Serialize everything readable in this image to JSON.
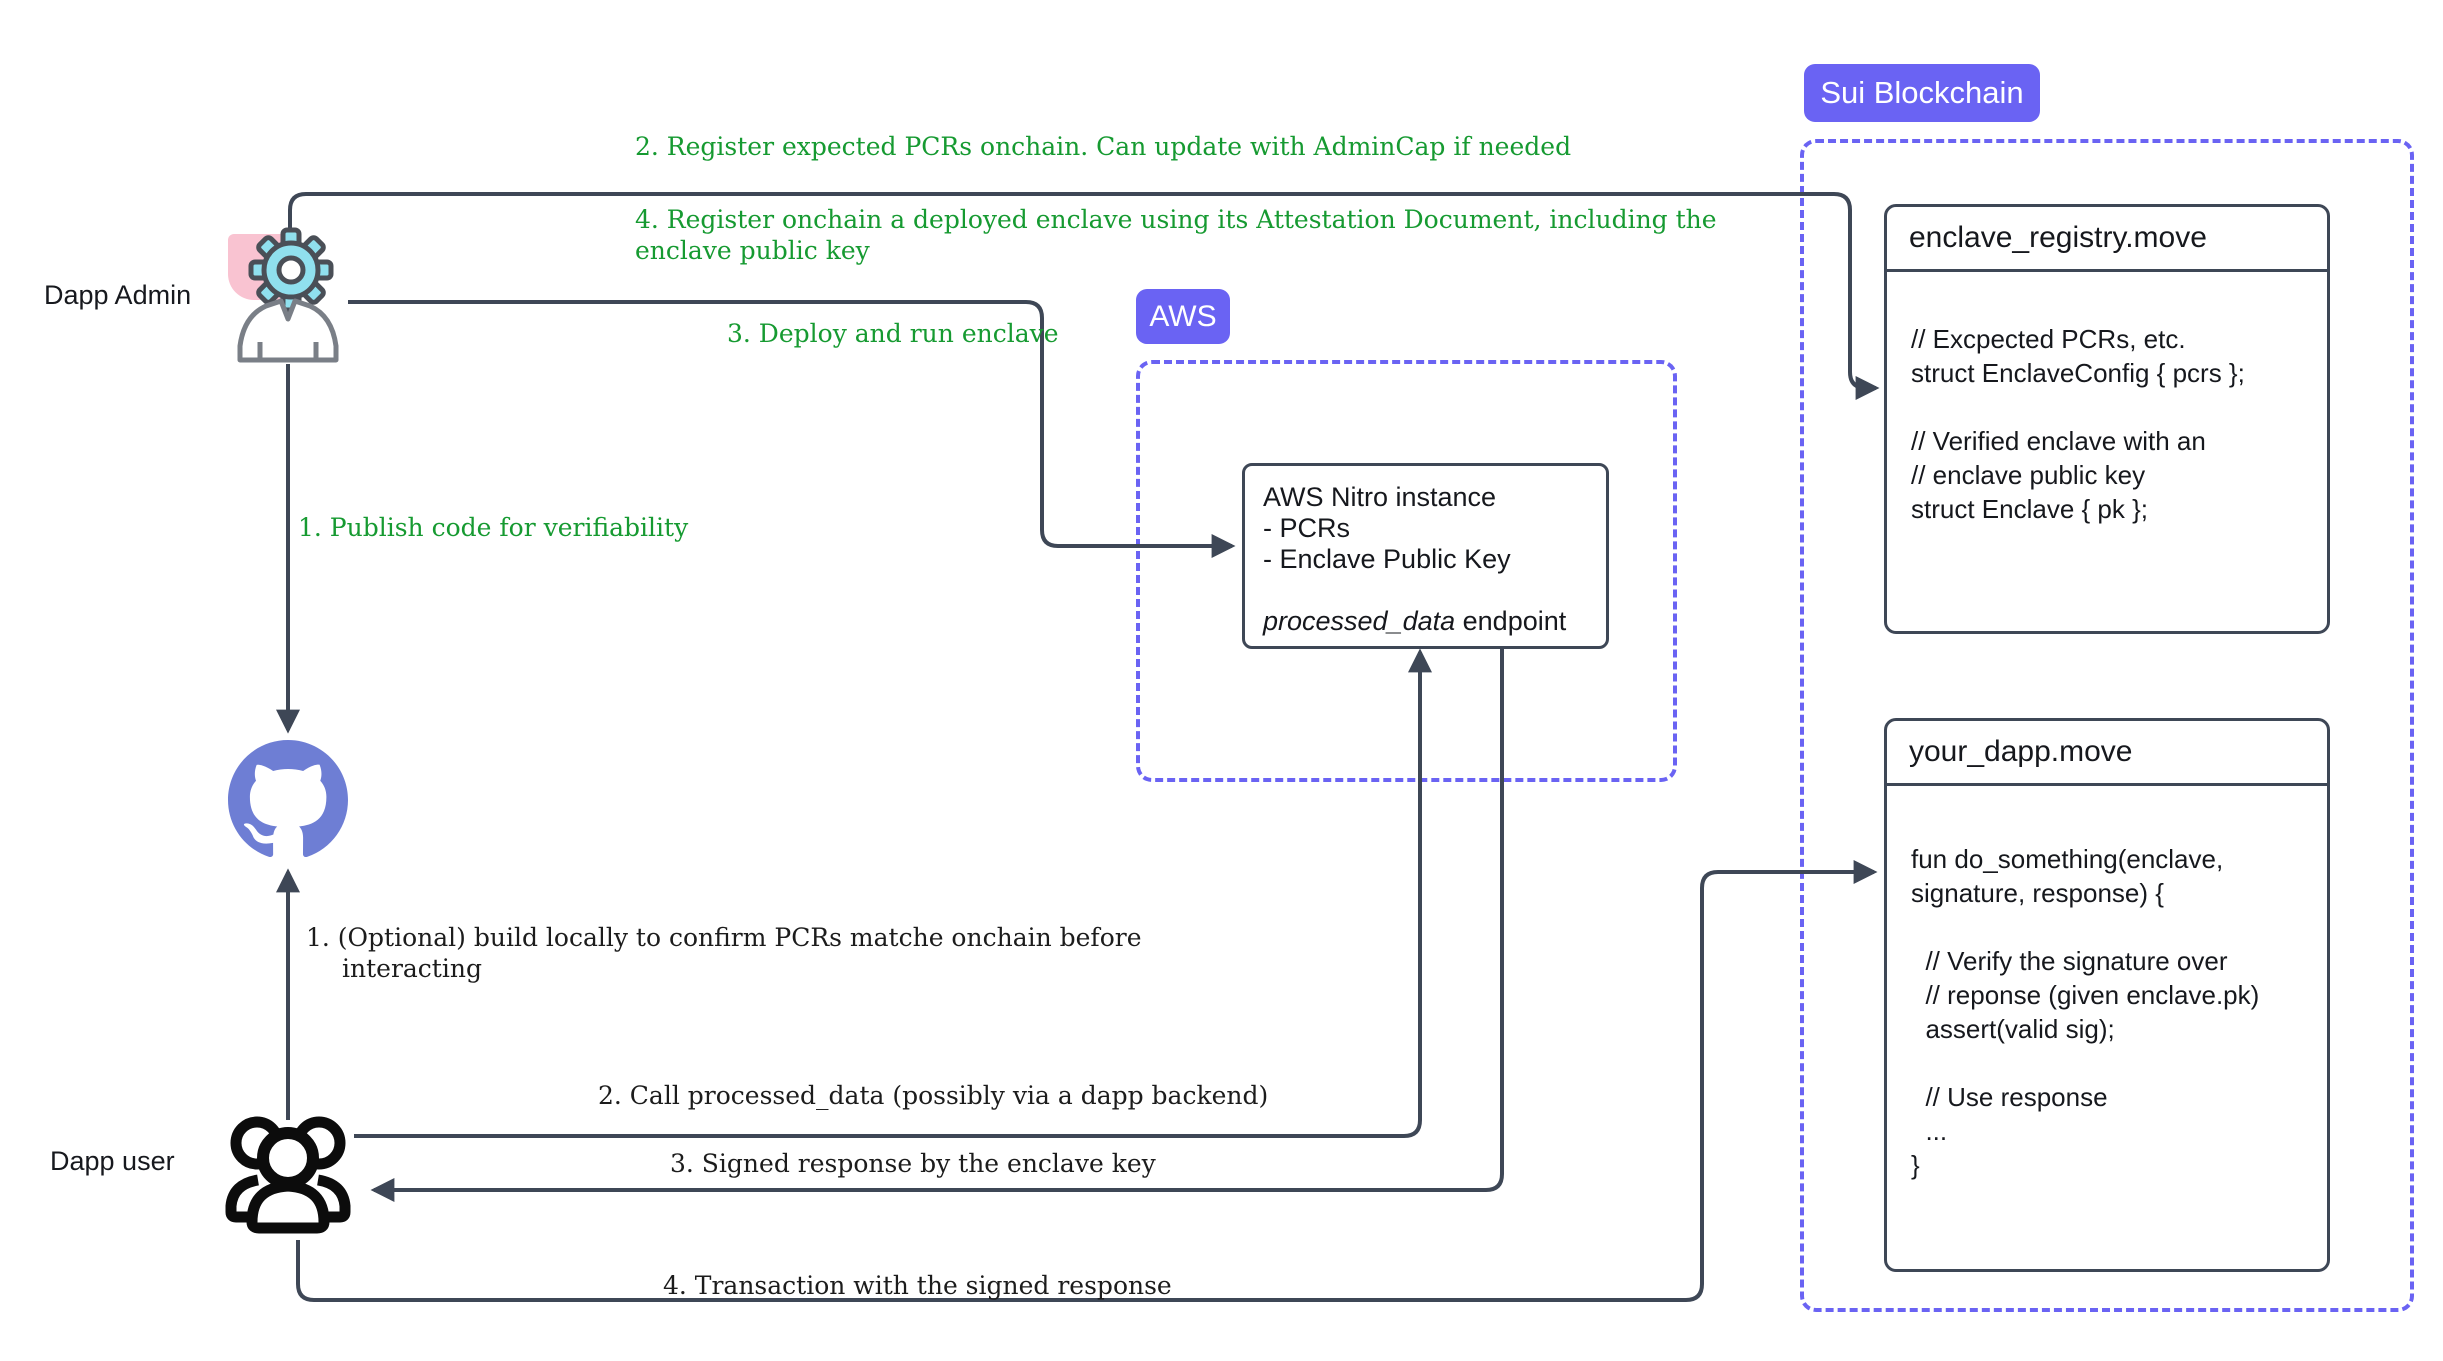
{
  "labels": {
    "dapp_admin": "Dapp Admin",
    "dapp_user": "Dapp user"
  },
  "badges": {
    "aws": "AWS",
    "sui": "Sui Blockchain"
  },
  "annotations": {
    "green": {
      "publish": "1. Publish code for verifiability",
      "register_pcrs": "2. Register expected PCRs onchain. Can update with AdminCap if needed",
      "deploy": "3. Deploy and run enclave",
      "register_enclave_line1": "4. Register onchain a deployed enclave using its Attestation Document, including the",
      "register_enclave_line2": "enclave public key"
    },
    "black": {
      "build_line1": "1. (Optional) build locally to confirm PCRs matche onchain before",
      "build_line2": "interacting",
      "call": "2. Call processed_data (possibly via a dapp backend)",
      "signed": "3. Signed response by the enclave key",
      "transaction": "4. Transaction with the signed response"
    }
  },
  "boxes": {
    "nitro": {
      "line1": "AWS Nitro instance",
      "line2": "- PCRs",
      "line3": "- Enclave Public Key",
      "endpoint_italic": "processed_data",
      "endpoint_rest": " endpoint"
    },
    "registry": {
      "title": "enclave_registry.move",
      "lines": [
        "// Excpected PCRs, etc.",
        "struct EnclaveConfig { pcrs };",
        "",
        "// Verified enclave with an",
        "// enclave public key",
        "struct Enclave { pk };"
      ]
    },
    "dapp": {
      "title": "your_dapp.move",
      "lines": [
        "fun do_something(enclave,",
        "signature, response) {",
        "",
        "  // Verify the signature over",
        "  // reponse (given enclave.pk)",
        "  assert(valid sig);",
        "",
        "  // Use response",
        "  ...",
        "}"
      ]
    }
  },
  "icons": {
    "admin": "gear-person-icon",
    "github": "github-octocat-icon",
    "user": "users-group-icon"
  },
  "colors": {
    "accent_purple": "#6a63f3",
    "github_purple": "#6e7ed4",
    "annotation_green": "#169a31",
    "connector_dark": "#3e4756",
    "gear_cyan": "#90e0ee",
    "chip_pink": "#f9c3d1"
  }
}
